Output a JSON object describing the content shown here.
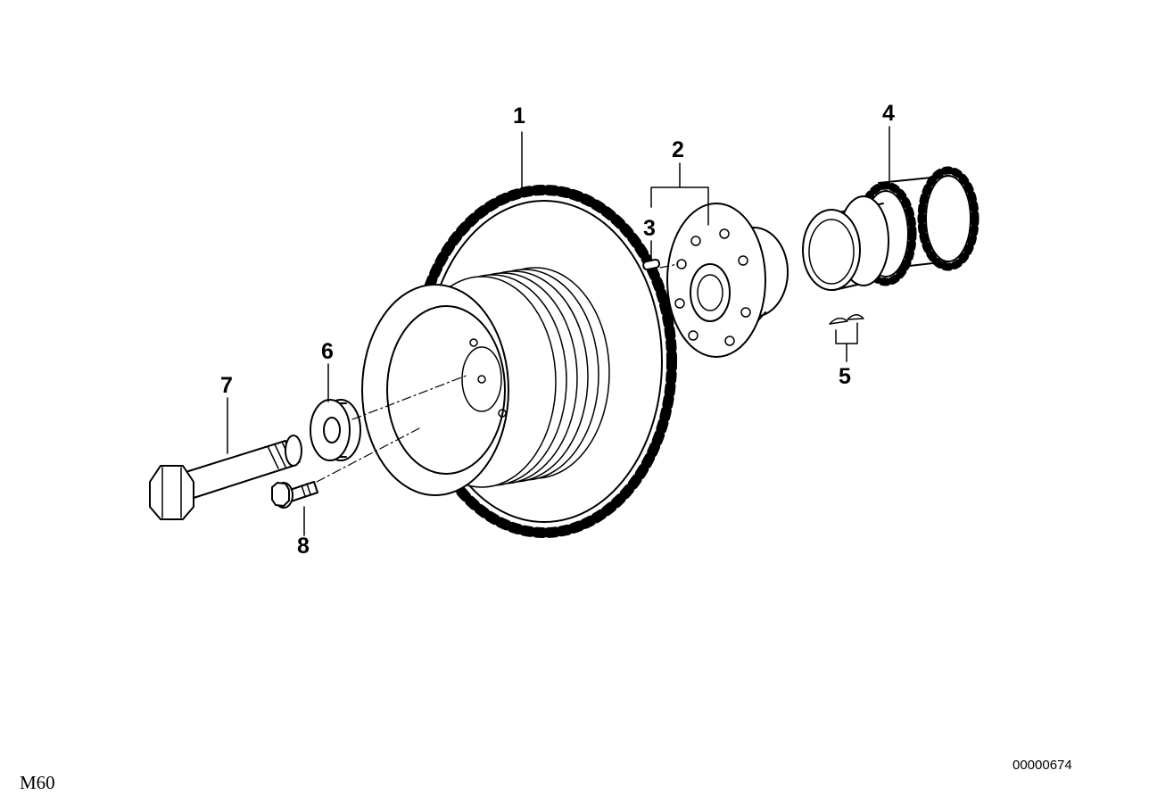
{
  "diagram": {
    "callouts": [
      "1",
      "2",
      "3",
      "4",
      "5",
      "6",
      "7",
      "8"
    ],
    "model_label": "M60",
    "drawing_id": "00000674",
    "colors": {
      "line": "#000000",
      "background": "#ffffff"
    }
  }
}
